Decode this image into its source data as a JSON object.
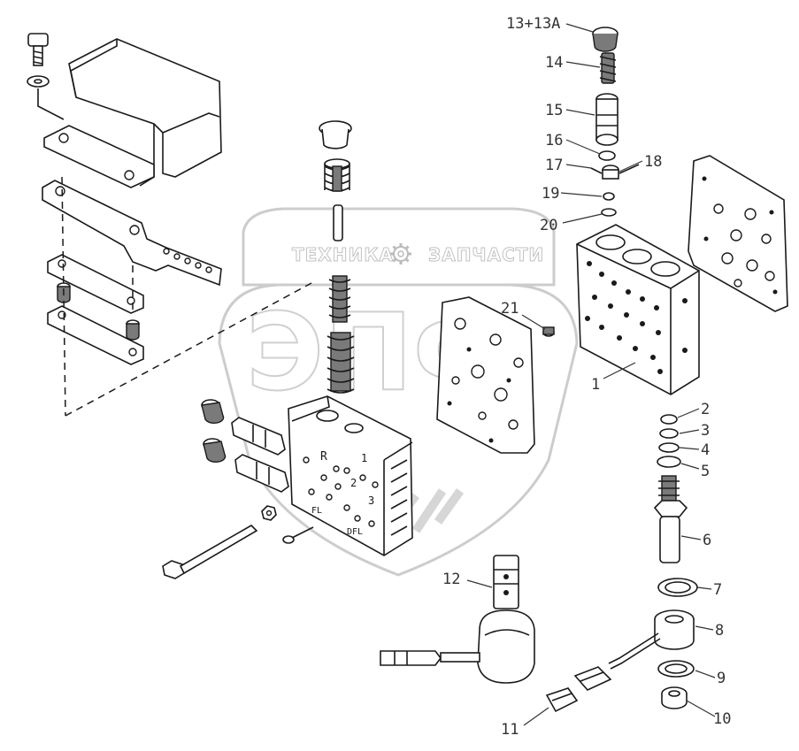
{
  "watermark": {
    "brand_left": "ТЕХНИКА",
    "brand_right": "ЗАПЧАСТИ",
    "letters": "ЭПФ"
  },
  "labels": {
    "l13": "13+13A",
    "l14": "14",
    "l15": "15",
    "l16": "16",
    "l17": "17",
    "l18": "18",
    "l19": "19",
    "l20": "20",
    "l21": "21",
    "l1": "1",
    "l2": "2",
    "l3": "3",
    "l4": "4",
    "l5": "5",
    "l6": "6",
    "l7": "7",
    "l8": "8",
    "l9": "9",
    "l10": "10",
    "l11": "11",
    "l12": "12"
  },
  "valve_markings": {
    "r": "R",
    "one": "1",
    "two": "2",
    "three": "3",
    "fl": "FL",
    "dfl": "DFL"
  },
  "icons": [
    "gear-icon",
    "shield-watermark"
  ]
}
